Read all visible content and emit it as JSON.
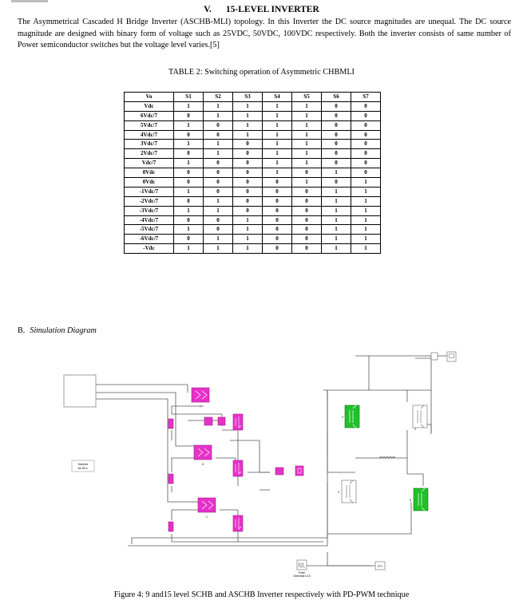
{
  "section": {
    "number": "V.",
    "title": "15-LEVEL INVERTER"
  },
  "paragraph": "The Asymmetrical Cascaded H Bridge Inverter (ASCHB-MLI) topology. In this Inverter the DC source magnitudes are unequal. The DC source magnitude are designed with binary form of voltage such as 25VDC, 50VDC, 100VDC respectively. Both the inverter consists of same number of Power semiconductor switches but the voltage level varies.[5]",
  "table": {
    "caption": "TABLE 2: Switching operation of Asymmetric CHBMLI",
    "headers": [
      "Vo",
      "S1",
      "S2",
      "S3",
      "S4",
      "S5",
      "S6",
      "S7"
    ],
    "rows": [
      [
        "Vdc",
        "1",
        "1",
        "1",
        "1",
        "1",
        "0",
        "0"
      ],
      [
        "6Vdc/7",
        "0",
        "1",
        "1",
        "1",
        "1",
        "0",
        "0"
      ],
      [
        "5Vdc/7",
        "1",
        "0",
        "1",
        "1",
        "1",
        "0",
        "0"
      ],
      [
        "4Vdc/7",
        "0",
        "0",
        "1",
        "1",
        "1",
        "0",
        "0"
      ],
      [
        "3Vdc/7",
        "1",
        "1",
        "0",
        "1",
        "1",
        "0",
        "0"
      ],
      [
        "2Vdc/7",
        "0",
        "1",
        "0",
        "1",
        "1",
        "0",
        "0"
      ],
      [
        "Vdc/7",
        "1",
        "0",
        "0",
        "1",
        "1",
        "0",
        "0"
      ],
      [
        "0Vdc",
        "0",
        "0",
        "0",
        "1",
        "0",
        "1",
        "0"
      ],
      [
        "0Vdc",
        "0",
        "0",
        "0",
        "0",
        "1",
        "0",
        "1"
      ],
      [
        "-1Vdc/7",
        "1",
        "0",
        "0",
        "0",
        "0",
        "1",
        "1"
      ],
      [
        "-2Vdc/7",
        "0",
        "1",
        "0",
        "0",
        "0",
        "1",
        "1"
      ],
      [
        "-3Vdc/7",
        "1",
        "1",
        "0",
        "0",
        "0",
        "1",
        "1"
      ],
      [
        "-4Vdc/7",
        "0",
        "0",
        "1",
        "0",
        "0",
        "1",
        "1"
      ],
      [
        "-5Vdc/7",
        "1",
        "0",
        "1",
        "0",
        "0",
        "1",
        "1"
      ],
      [
        "-6Vdc/7",
        "0",
        "1",
        "1",
        "0",
        "0",
        "1",
        "1"
      ],
      [
        "-Vdc",
        "1",
        "1",
        "1",
        "0",
        "0",
        "1",
        "1"
      ]
    ]
  },
  "subsection": {
    "letter": "B.",
    "title": "Simulation Diagram"
  },
  "diagram": {
    "powergui_line1": "Discrete",
    "powergui_line2": "5e-05 s.",
    "bridge_labels": [
      "7",
      "8",
      "1"
    ],
    "switch_labels": [
      "2",
      "3",
      "5"
    ],
    "pulse_label_line1": "Pulse",
    "pulse_label_line2": "Generator1,4,5",
    "not_label": "NOT",
    "colors": {
      "magenta": "#e632c8",
      "green": "#22c02a",
      "wire": "#555555"
    }
  },
  "figure_caption": "Figure 4:  9 and15 level SCHB and ASCHB Inverter respectively with PD-PWM technique"
}
